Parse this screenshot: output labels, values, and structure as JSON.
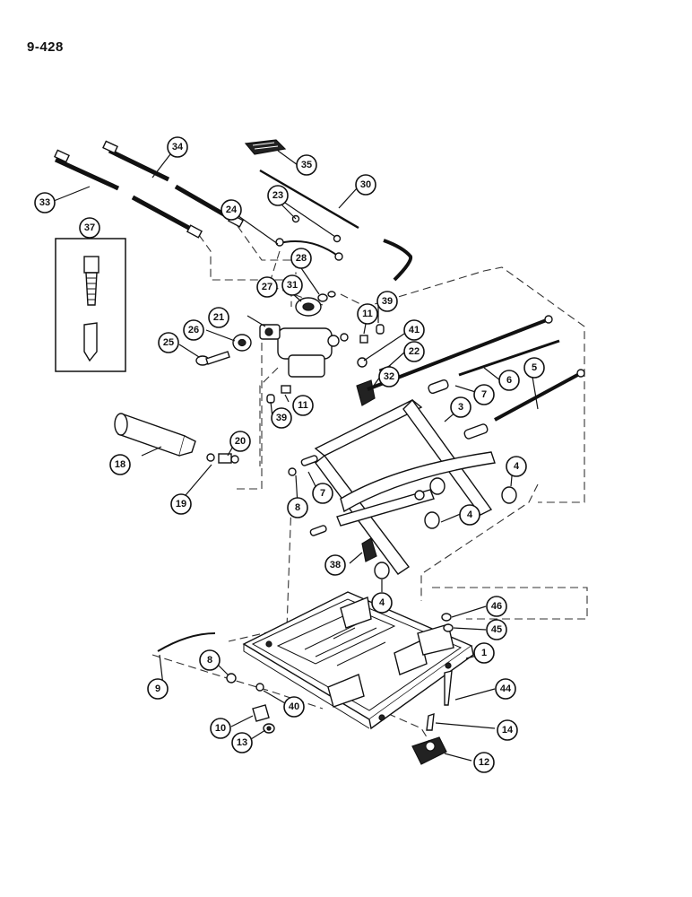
{
  "page": {
    "number": "9-428"
  },
  "callouts": [
    {
      "id": "c1",
      "label": "1"
    },
    {
      "id": "c3",
      "label": "3"
    },
    {
      "id": "c4a",
      "label": "4"
    },
    {
      "id": "c4b",
      "label": "4"
    },
    {
      "id": "c4c",
      "label": "4"
    },
    {
      "id": "c5",
      "label": "5"
    },
    {
      "id": "c6",
      "label": "6"
    },
    {
      "id": "c7a",
      "label": "7"
    },
    {
      "id": "c7b",
      "label": "7"
    },
    {
      "id": "c8a",
      "label": "8"
    },
    {
      "id": "c8b",
      "label": "8"
    },
    {
      "id": "c9",
      "label": "9"
    },
    {
      "id": "c10",
      "label": "10"
    },
    {
      "id": "c11a",
      "label": "11"
    },
    {
      "id": "c11b",
      "label": "11"
    },
    {
      "id": "c12",
      "label": "12"
    },
    {
      "id": "c13",
      "label": "13"
    },
    {
      "id": "c14",
      "label": "14"
    },
    {
      "id": "c18",
      "label": "18"
    },
    {
      "id": "c19",
      "label": "19"
    },
    {
      "id": "c20",
      "label": "20"
    },
    {
      "id": "c21",
      "label": "21"
    },
    {
      "id": "c22",
      "label": "22"
    },
    {
      "id": "c23",
      "label": "23"
    },
    {
      "id": "c24",
      "label": "24"
    },
    {
      "id": "c25",
      "label": "25"
    },
    {
      "id": "c26",
      "label": "26"
    },
    {
      "id": "c27",
      "label": "27"
    },
    {
      "id": "c28",
      "label": "28"
    },
    {
      "id": "c30",
      "label": "30"
    },
    {
      "id": "c31",
      "label": "31"
    },
    {
      "id": "c32",
      "label": "32"
    },
    {
      "id": "c33",
      "label": "33"
    },
    {
      "id": "c34",
      "label": "34"
    },
    {
      "id": "c35",
      "label": "35"
    },
    {
      "id": "c37",
      "label": "37"
    },
    {
      "id": "c38",
      "label": "38"
    },
    {
      "id": "c39a",
      "label": "39"
    },
    {
      "id": "c39b",
      "label": "39"
    },
    {
      "id": "c40",
      "label": "40"
    },
    {
      "id": "c41",
      "label": "41"
    },
    {
      "id": "c44",
      "label": "44"
    },
    {
      "id": "c45",
      "label": "45"
    },
    {
      "id": "c46",
      "label": "46"
    }
  ]
}
